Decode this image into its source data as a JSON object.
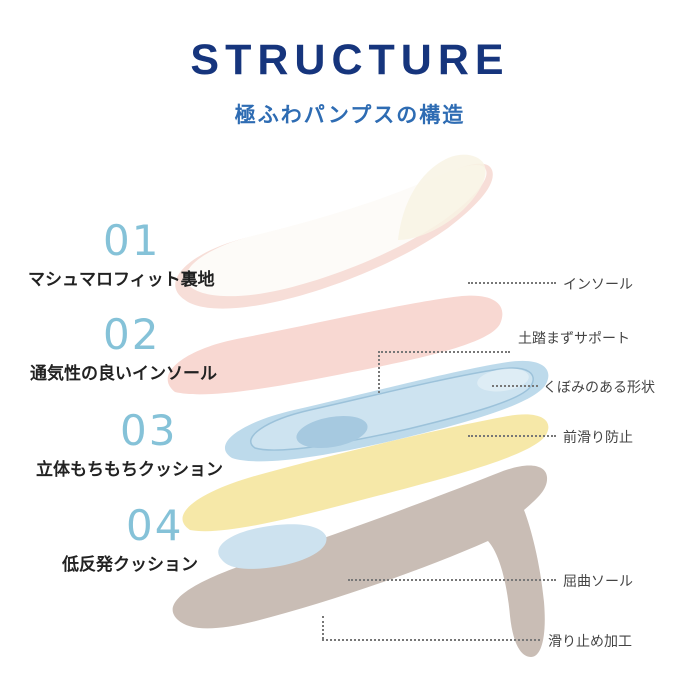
{
  "header": {
    "title": "STRUCTURE",
    "subtitle": "極ふわパンプスの構造"
  },
  "features": [
    {
      "number": "01",
      "label": "マシュマロフィット裏地"
    },
    {
      "number": "02",
      "label": "通気性の良いインソール"
    },
    {
      "number": "03",
      "label": "立体もちもちクッション"
    },
    {
      "number": "04",
      "label": "低反発クッション"
    }
  ],
  "callouts": [
    {
      "label": "インソール"
    },
    {
      "label": "土踏まずサポート"
    },
    {
      "label": "くぼみのある形状"
    },
    {
      "label": "前滑り防止"
    },
    {
      "label": "屈曲ソール"
    },
    {
      "label": "滑り止め加工"
    }
  ],
  "colors": {
    "title_navy": "#16357d",
    "subtitle_blue": "#2e6cb3",
    "number_blue": "#85c2d8",
    "label_dark": "#222222",
    "leader_dot": "#777777",
    "upper_pink_rim": "#f7ded8",
    "upper_white": "#fdfbf8",
    "heel_cream": "#f8f3e4",
    "insole_pink": "#f8d8d2",
    "cushion_blue": "#b2d3e8",
    "cushion_blue_deep": "#a6c9e0",
    "foam_yellow": "#f5e7a3",
    "toe_pad_blue": "#cde2ef",
    "outsole_taupe": "#c9bdb5"
  }
}
